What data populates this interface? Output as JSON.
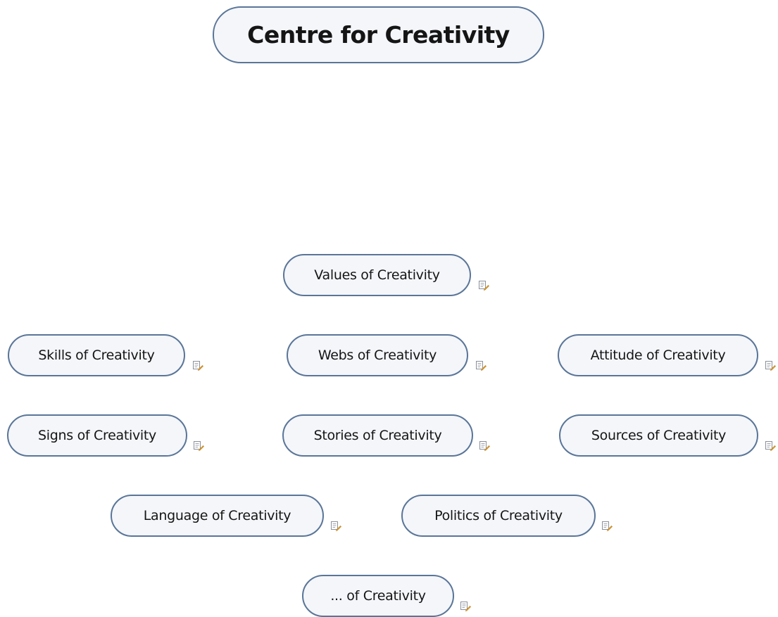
{
  "map": {
    "central_topic": "Centre for Creativity",
    "topics": [
      "Values of Creativity",
      "Skills of Creativity",
      "Webs of Creativity",
      "Attitude of Creativity",
      "Signs of Creativity",
      "Stories of Creativity",
      "Sources of Creativity",
      "Language of Creativity",
      "Politics of Creativity",
      "... of Creativity"
    ],
    "topic_icon": "note-icon",
    "colors": {
      "topic_border": "#5a7598",
      "topic_fill": "#f4f6fa",
      "text": "#151515"
    }
  }
}
